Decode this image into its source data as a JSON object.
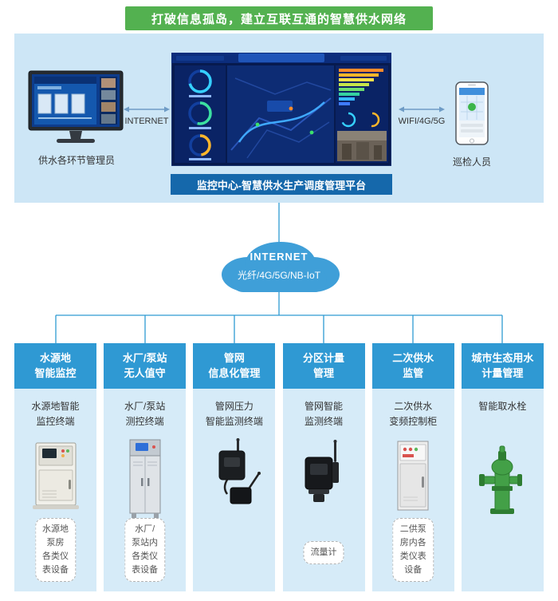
{
  "banner": {
    "title": "打破信息孤岛，建立互联互通的智慧供水网络"
  },
  "colors": {
    "banner_green": "#53b150",
    "header_blue": "#2f99d3",
    "top_panel_blue": "#cde6f6",
    "column_panel_blue": "#d6ebf8",
    "platform_blue": "#1568ab",
    "cloud_blue": "#3f9fd8",
    "line_blue": "#2e9ad2"
  },
  "top_section": {
    "admin_label": "供水各环节管理员",
    "internet_label": "INTERNET",
    "wifi_label": "WIFI/4G/5G",
    "inspector_label": "巡检人员",
    "platform_label": "监控中心-智慧供水生产调度管理平台"
  },
  "cloud": {
    "line1": "INTERNET",
    "line2": "光纤/4G/5G/NB-IoT"
  },
  "icons": {
    "left_device": "desktop-monitor-icon",
    "center_device": "dashboard-screenshot",
    "right_device": "mobile-phone-icon",
    "links": "double-arrow-icon"
  },
  "columns": [
    {
      "header": "水源地\n智能监控",
      "terminal": "水源地智能\n监控终端",
      "device_icon": "control-cabinet",
      "bottom_label": "水源地泵房\n各类仪表设备"
    },
    {
      "header": "水厂/泵站\n无人值守",
      "terminal": "水厂/泵站\n测控终端",
      "device_icon": "tall-cabinet",
      "bottom_label": "水厂/泵站内\n各类仪表设备"
    },
    {
      "header": "管网\n信息化管理",
      "terminal": "管网压力\n智能监测终端",
      "device_icon": "pressure-sensor"
    },
    {
      "header": "分区计量\n管理",
      "terminal": "管网智能\n监测终端",
      "device_icon": "smart-meter-sensor",
      "bottom_label": "流量计"
    },
    {
      "header": "二次供水\n监管",
      "terminal": "二次供水\n变频控制柜",
      "device_icon": "vfd-cabinet",
      "bottom_label": "二供泵房内各\n类仪表设备"
    },
    {
      "header": "城市生态用水\n计量管理",
      "terminal": "智能取水栓",
      "device_icon": "smart-hydrant"
    }
  ]
}
